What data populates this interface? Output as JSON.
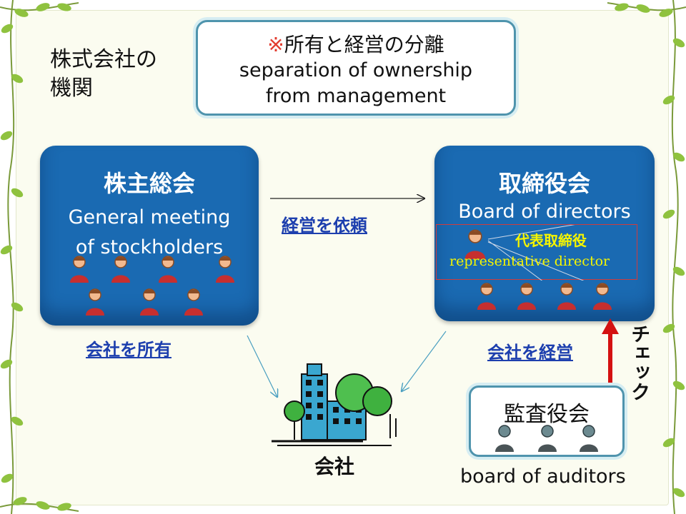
{
  "title": {
    "line1": "株式会社の",
    "line2": "機関"
  },
  "notice": {
    "mark": "※",
    "jp": "所有と経営の分離",
    "en_line1": "separation of ownership",
    "en_line2": "from management"
  },
  "general_meeting": {
    "title": "株主総会",
    "sub_line1": "General meeting",
    "sub_line2": "of stockholders"
  },
  "board": {
    "title": "取締役会",
    "sub": "Board of directors",
    "representative_jp": "代表取締役",
    "representative_en": "representative director"
  },
  "links": {
    "request_management": "経営を依頼",
    "own_company": "会社を所有",
    "manage_company": "会社を経営"
  },
  "check_label": "チェック",
  "auditors": {
    "title": "監査役会",
    "en": "board of auditors"
  },
  "company": {
    "label": "会社"
  },
  "colors": {
    "panel_blue": "#1a6ab2",
    "link_blue": "#1d3fae",
    "accent_red": "#d41111",
    "highlight_yellow": "#f5f500",
    "frame_teal": "#4f94ad"
  }
}
